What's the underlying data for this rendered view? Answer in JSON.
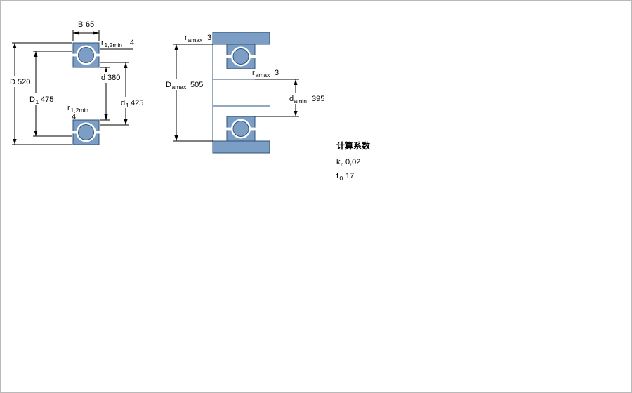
{
  "colors": {
    "bearing_fill": "#7d9ec4",
    "bearing_stroke": "#2d5278",
    "line": "#000000",
    "border": "#b9b9b9"
  },
  "main_drawing": {
    "labels": {
      "B": {
        "symbol": "B",
        "value": "65"
      },
      "r12_top": {
        "symbol": "r",
        "sub": "1,2min",
        "value": "4"
      },
      "D": {
        "symbol": "D",
        "value": "520"
      },
      "D1": {
        "symbol": "D",
        "sub": "1",
        "value": "475"
      },
      "d": {
        "symbol": "d",
        "value": "380"
      },
      "d1": {
        "symbol": "d",
        "sub": "1",
        "value": "425"
      },
      "r12_mid": {
        "symbol": "r",
        "sub": "1,2min",
        "value": "4"
      }
    }
  },
  "abutment_drawing": {
    "labels": {
      "ra_top": {
        "symbol": "r",
        "sub": "amax",
        "value": "3"
      },
      "ra_mid": {
        "symbol": "r",
        "sub": "amax",
        "value": "3"
      },
      "Da": {
        "symbol": "D",
        "sub": "amax",
        "value": "505"
      },
      "da": {
        "symbol": "d",
        "sub": "amin",
        "value": "395"
      }
    }
  },
  "calculation_factors": {
    "title": "计算系数",
    "rows": [
      {
        "symbol": "k",
        "sub": "r",
        "value": "0,02"
      },
      {
        "symbol": "f",
        "sub": "0",
        "value": "17"
      }
    ]
  }
}
